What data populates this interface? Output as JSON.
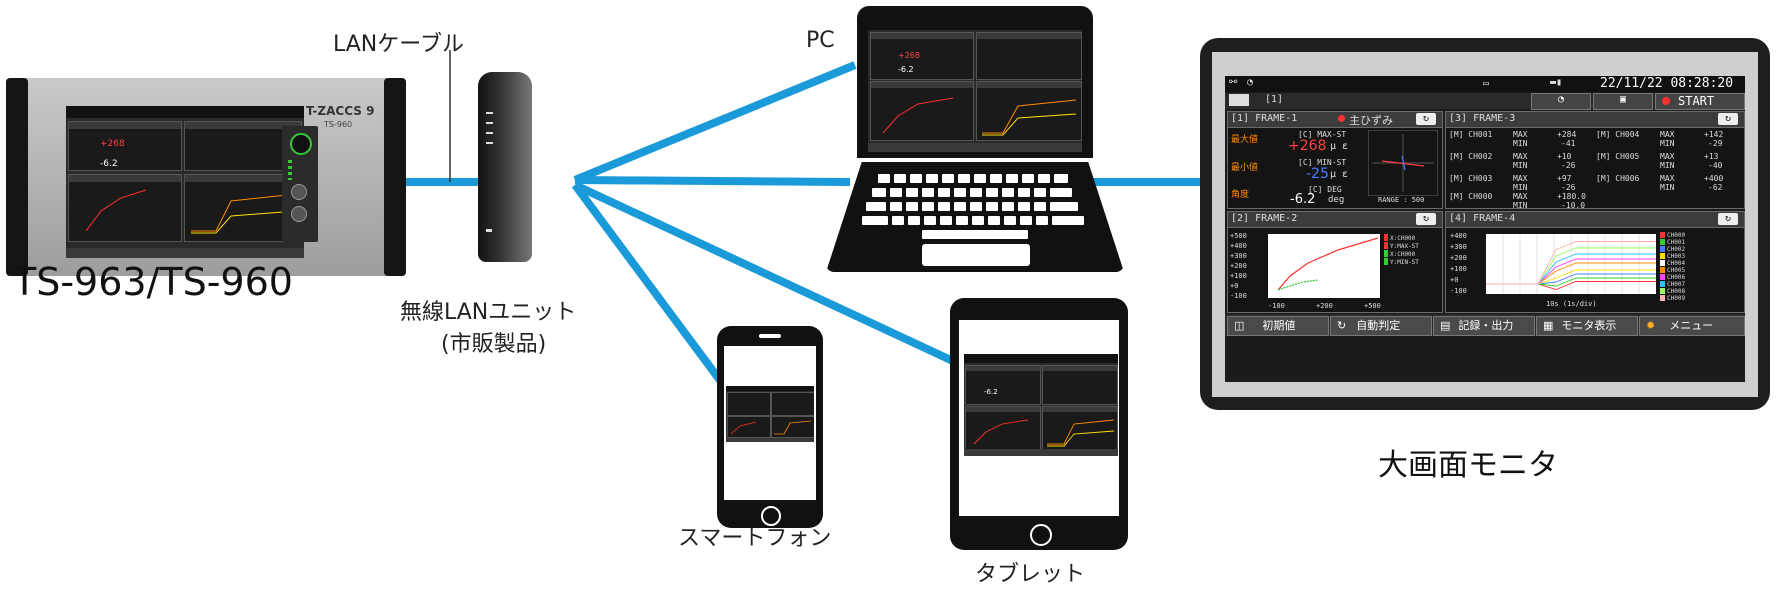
{
  "labels": {
    "lan_cable": "LANケーブル",
    "pc": "PC",
    "device_name": "TS-963/TS-960",
    "wireless_line1": "無線LANユニット",
    "wireless_line2": "(市販製品)",
    "smartphone": "スマートフォン",
    "tablet": "タブレット",
    "big_monitor": "大画面モニタ"
  },
  "device": {
    "brand": "T-ZACCS",
    "brand_num": "9",
    "model": "TS-960"
  },
  "colors": {
    "link_line": "#1a9ad8",
    "screen_bg": "#1b1b1b",
    "accent_red": "#ff3030",
    "accent_orange": "#ff8a00",
    "accent_blue": "#4a7dff"
  },
  "monitor": {
    "top": {
      "datetime": "22/11/22 08:28:20",
      "tab": "[1]",
      "start_label": "START"
    },
    "frame1": {
      "title": "[1] FRAME-1",
      "channel": "主ひずみ",
      "max_label": "最大値",
      "max_unit": "[C] MAX-ST",
      "max_value": "+268",
      "max_eu": "μ ε",
      "min_label": "最小値",
      "min_unit": "[C] MIN-ST",
      "min_value": "-25",
      "min_eu": "μ ε",
      "angle_label": "角度",
      "angle_unit": "[C] DEG",
      "angle_value": "-6.2",
      "angle_eu": "deg",
      "range": "RANGE : 500"
    },
    "frame2": {
      "title": "[2] FRAME-2",
      "yticks": [
        "+500",
        "+400",
        "+300",
        "+200",
        "+100",
        "+0",
        "-100"
      ],
      "xticks": [
        "-100",
        "+200",
        "+500"
      ],
      "legend": [
        "X:CH000",
        "Y:MAX-ST",
        "X:CH000",
        "Y:MIN-ST"
      ]
    },
    "frame3": {
      "title": "[3] FRAME-3",
      "cells": [
        {
          "ch": "[M] CH001",
          "max": "+284",
          "min": "-41"
        },
        {
          "ch": "[M] CH004",
          "max": "+142",
          "min": "-29"
        },
        {
          "ch": "[M] CH002",
          "max": "+10",
          "min": "-26"
        },
        {
          "ch": "[M] CH005",
          "max": "+13",
          "min": "-40"
        },
        {
          "ch": "[M] CH003",
          "max": "+97",
          "min": "-26"
        },
        {
          "ch": "[M] CH006",
          "max": "+400",
          "min": "-62"
        },
        {
          "ch": "[M] CH000",
          "max": "+180.0",
          "min": "-10.0"
        }
      ],
      "max_label": "MAX",
      "min_label": "MIN"
    },
    "frame4": {
      "title": "[4] FRAME-4",
      "yticks": [
        "+400",
        "+300",
        "+200",
        "+100",
        "+0",
        "-100"
      ],
      "xlabel": "10s (1s/div)",
      "legend": [
        "CH000",
        "CH001",
        "CH002",
        "CH003",
        "CH004",
        "CH005",
        "CH006",
        "CH007",
        "CH008",
        "CH009"
      ],
      "legend_colors": [
        "#ff3030",
        "#30d030",
        "#4a7dff",
        "#ffe000",
        "#ffffff",
        "#ff8a00",
        "#ff40ff",
        "#30c0ff",
        "#a0ff60",
        "#ffb0b0"
      ]
    },
    "footer": [
      "初期値",
      "自動判定",
      "記録・出力",
      "モニタ表示",
      "メニュー"
    ]
  }
}
